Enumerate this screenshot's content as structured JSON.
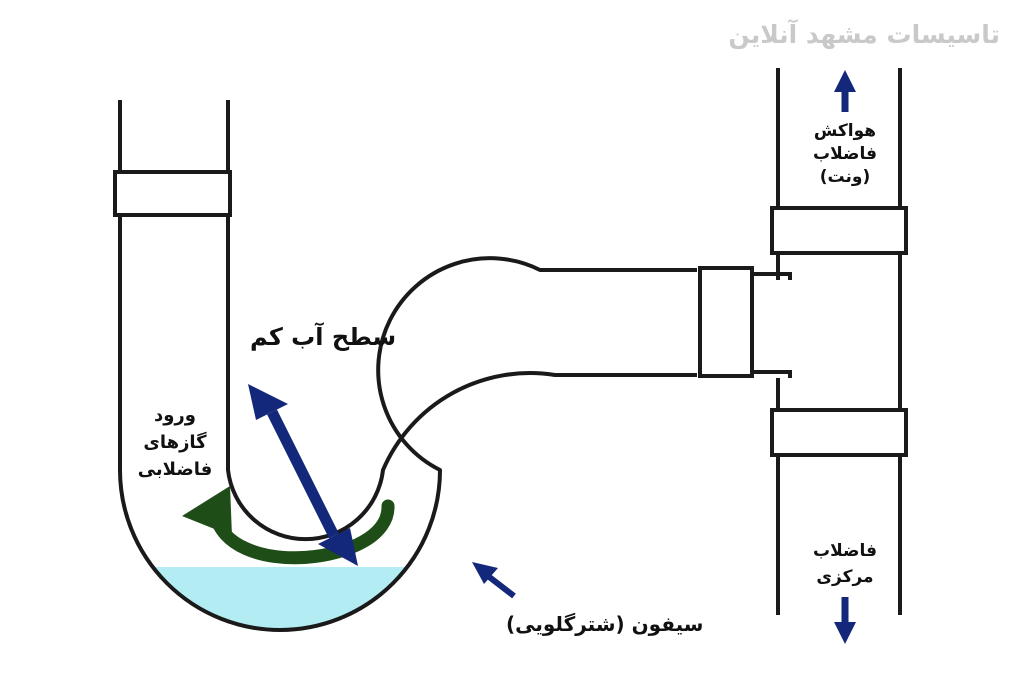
{
  "watermark": "تاسیسات مشهد آنلاین",
  "labels": {
    "low_water": "سطح آب کم",
    "gas_entry": [
      "ورود",
      "گازهای",
      "فاضلابی"
    ],
    "vent": [
      "هواکش",
      "فاضلاب",
      "(ونت)"
    ],
    "central_sewer": [
      "فاضلاب",
      "مرکزی"
    ],
    "siphon": "سیفون (شترگلویی)"
  },
  "colors": {
    "pipe_stroke": "#1a1a1a",
    "water": "#b4ecf4",
    "arrow_blue": "#13287a",
    "arrow_green": "#1f4d17",
    "watermark": "#c9c9c9"
  },
  "icons": [
    "double-headed-arrow-icon",
    "curved-flow-arrow-icon",
    "up-arrow-icon",
    "down-arrow-icon",
    "pointer-arrow-icon"
  ]
}
